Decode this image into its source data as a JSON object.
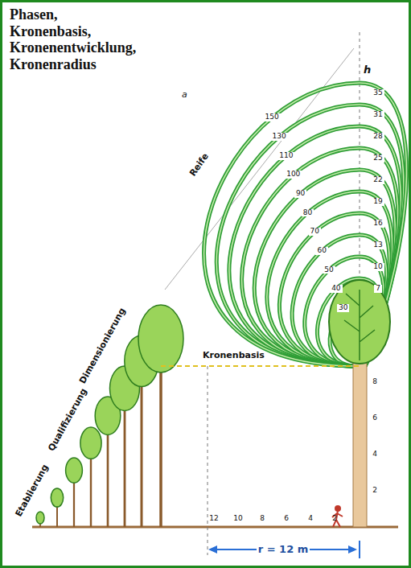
{
  "diagram": {
    "title": "Phasen, Kronenbasis, Kronenentwicklung, Kronenradius",
    "labels": [
      "Etablierung",
      "Qualifizierung",
      "Dimensionierung",
      "Reife",
      "Kronenbasis",
      "a",
      "h",
      "150",
      "130",
      "110",
      "100",
      "90",
      "80",
      "70",
      "60",
      "50",
      "40",
      "30",
      "35",
      "31",
      "28",
      "25",
      "22",
      "19",
      "16",
      "13",
      "10",
      "7",
      "12",
      "10",
      "8",
      "6",
      "4",
      "2",
      "8",
      "6",
      "4",
      "2",
      "r = 12 m"
    ]
  }
}
